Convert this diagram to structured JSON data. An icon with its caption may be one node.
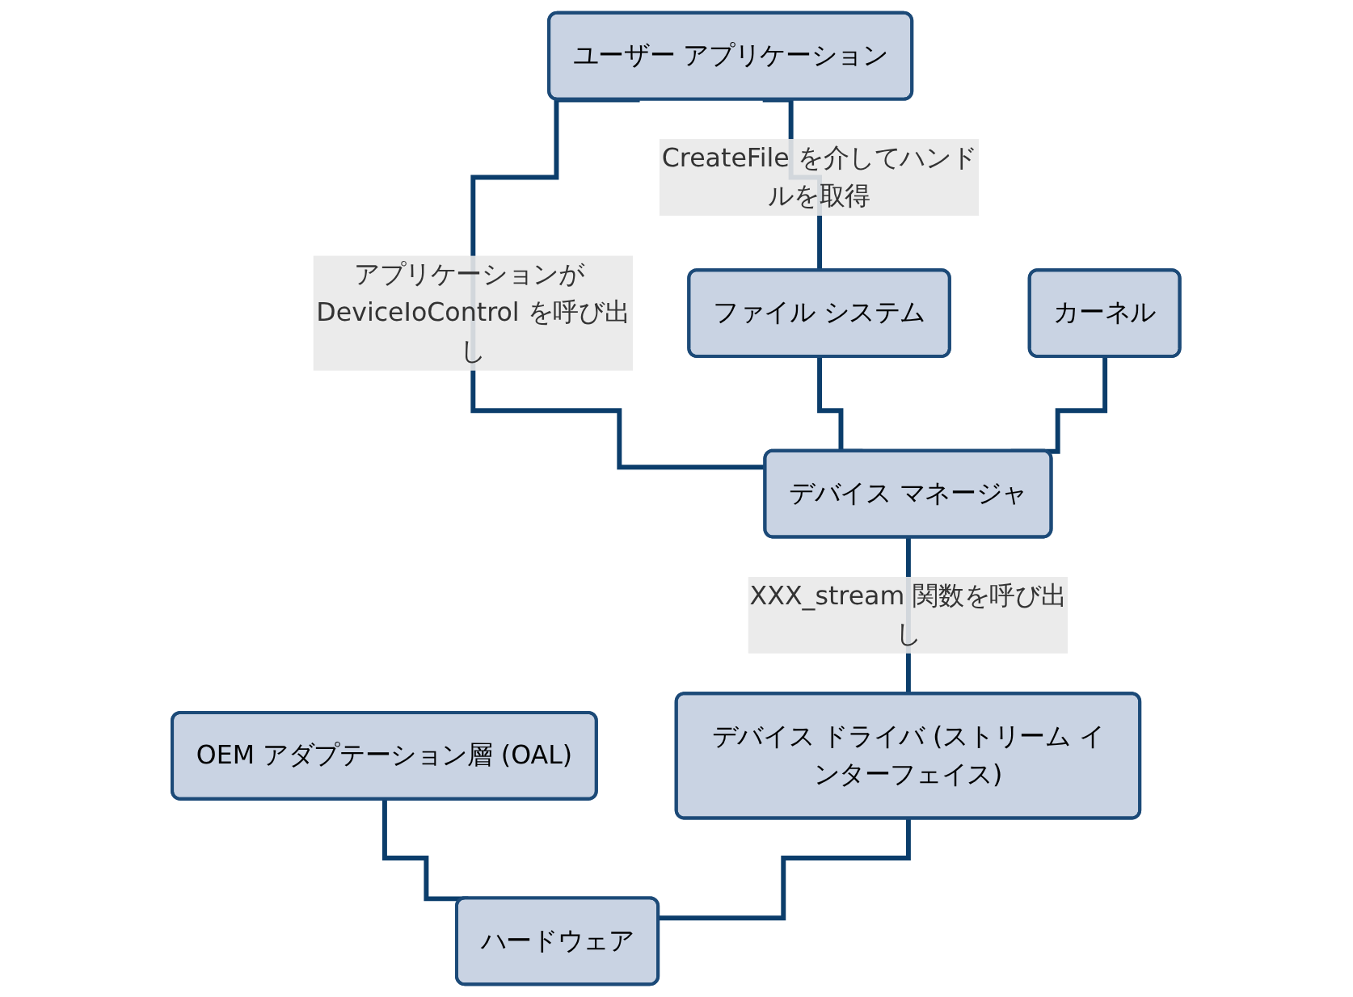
{
  "diagram": {
    "nodes": [
      {
        "text": [
          "ユーザー アプリケーション"
        ]
      },
      {
        "text": [
          "ファイル システム"
        ]
      },
      {
        "text": [
          "デバイス マネージャ"
        ]
      },
      {
        "text": [
          "カーネル"
        ]
      },
      {
        "text": [
          "OEM アダプテーション層 (OAL)"
        ]
      },
      {
        "text": [
          "デバイス ドライバ (ストリーム インターフェイス)"
        ]
      },
      {
        "text": [
          "ハードウェア"
        ]
      }
    ],
    "edges": [
      {
        "from": 0,
        "to": 1,
        "arrow": "none",
        "label": "CreateFile を介してハンドルを取得"
      },
      {
        "from": 0,
        "to": 2,
        "arrow": "none",
        "label": "アプリケーションが DeviceIoControl を呼び出し"
      },
      {
        "from": 1,
        "to": 2,
        "arrow": "none"
      },
      {
        "from": 3,
        "to": 2,
        "arrow": "none"
      },
      {
        "from": 2,
        "to": 5,
        "arrow": "none",
        "label": "XXX_stream 関数を呼び出し"
      },
      {
        "from": 4,
        "to": 6,
        "arrow": "none"
      },
      {
        "from": 5,
        "to": 6,
        "arrow": "none"
      }
    ]
  }
}
